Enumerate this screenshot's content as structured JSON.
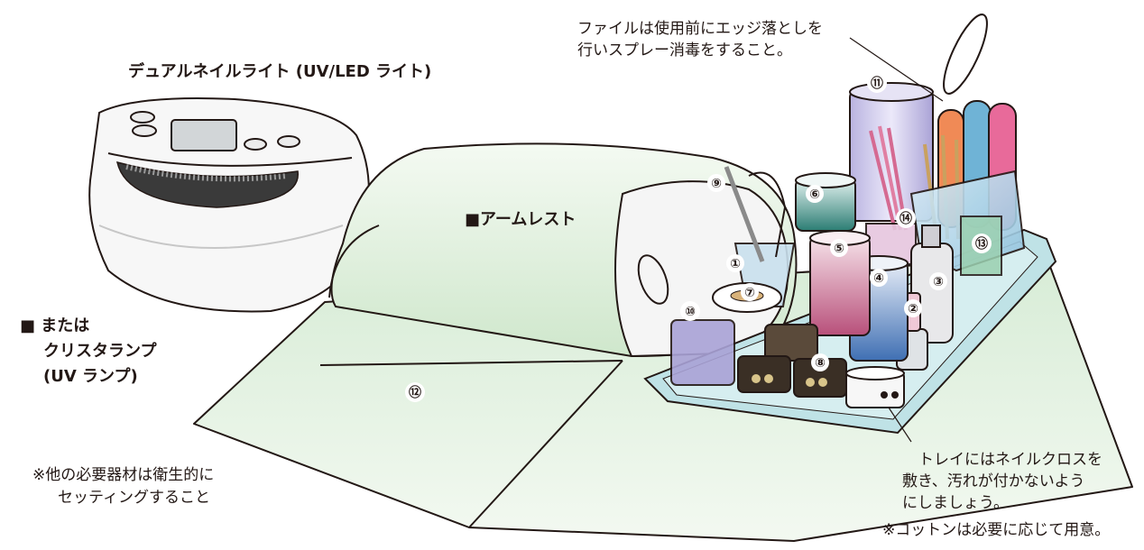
{
  "labels": {
    "dual_light_title": "デュアルネイルライト (UV/LED ライト)",
    "armrest": "■アームレスト",
    "crystal_lamp_line1": "■ または",
    "crystal_lamp_line2": "クリスタランプ",
    "crystal_lamp_line3": "(UV ランプ)",
    "file_note_line1": "ファイルは使用前にエッジ落としを",
    "file_note_line2": "行いスプレー消毒をすること。",
    "other_note_line1": "※他の必要器材は衛生的に",
    "other_note_line2": "セッティングすること",
    "tray_note_line1": "トレイにはネイルクロスを",
    "tray_note_line2": "敷き、汚れが付かないよう",
    "tray_note_line3": "にしましょう。",
    "cotton_note": "※コットンは必要に応じて用意。"
  },
  "markers": [
    "①",
    "②",
    "③",
    "④",
    "⑤",
    "⑥",
    "⑦",
    "⑧",
    "⑨",
    "⑩",
    "⑪",
    "⑫",
    "⑬",
    "⑭"
  ],
  "colors": {
    "ink": "#231815",
    "towel": "#e3f1e1",
    "tray": "#a9d6dd",
    "jar_blue": "#4f7fbf",
    "jar_pink": "#c86b8a",
    "holder_purple": "#c9c4e6",
    "file_pink": "#e86a9a",
    "file_blue": "#6fb3d6",
    "file_orange": "#f08a56"
  }
}
